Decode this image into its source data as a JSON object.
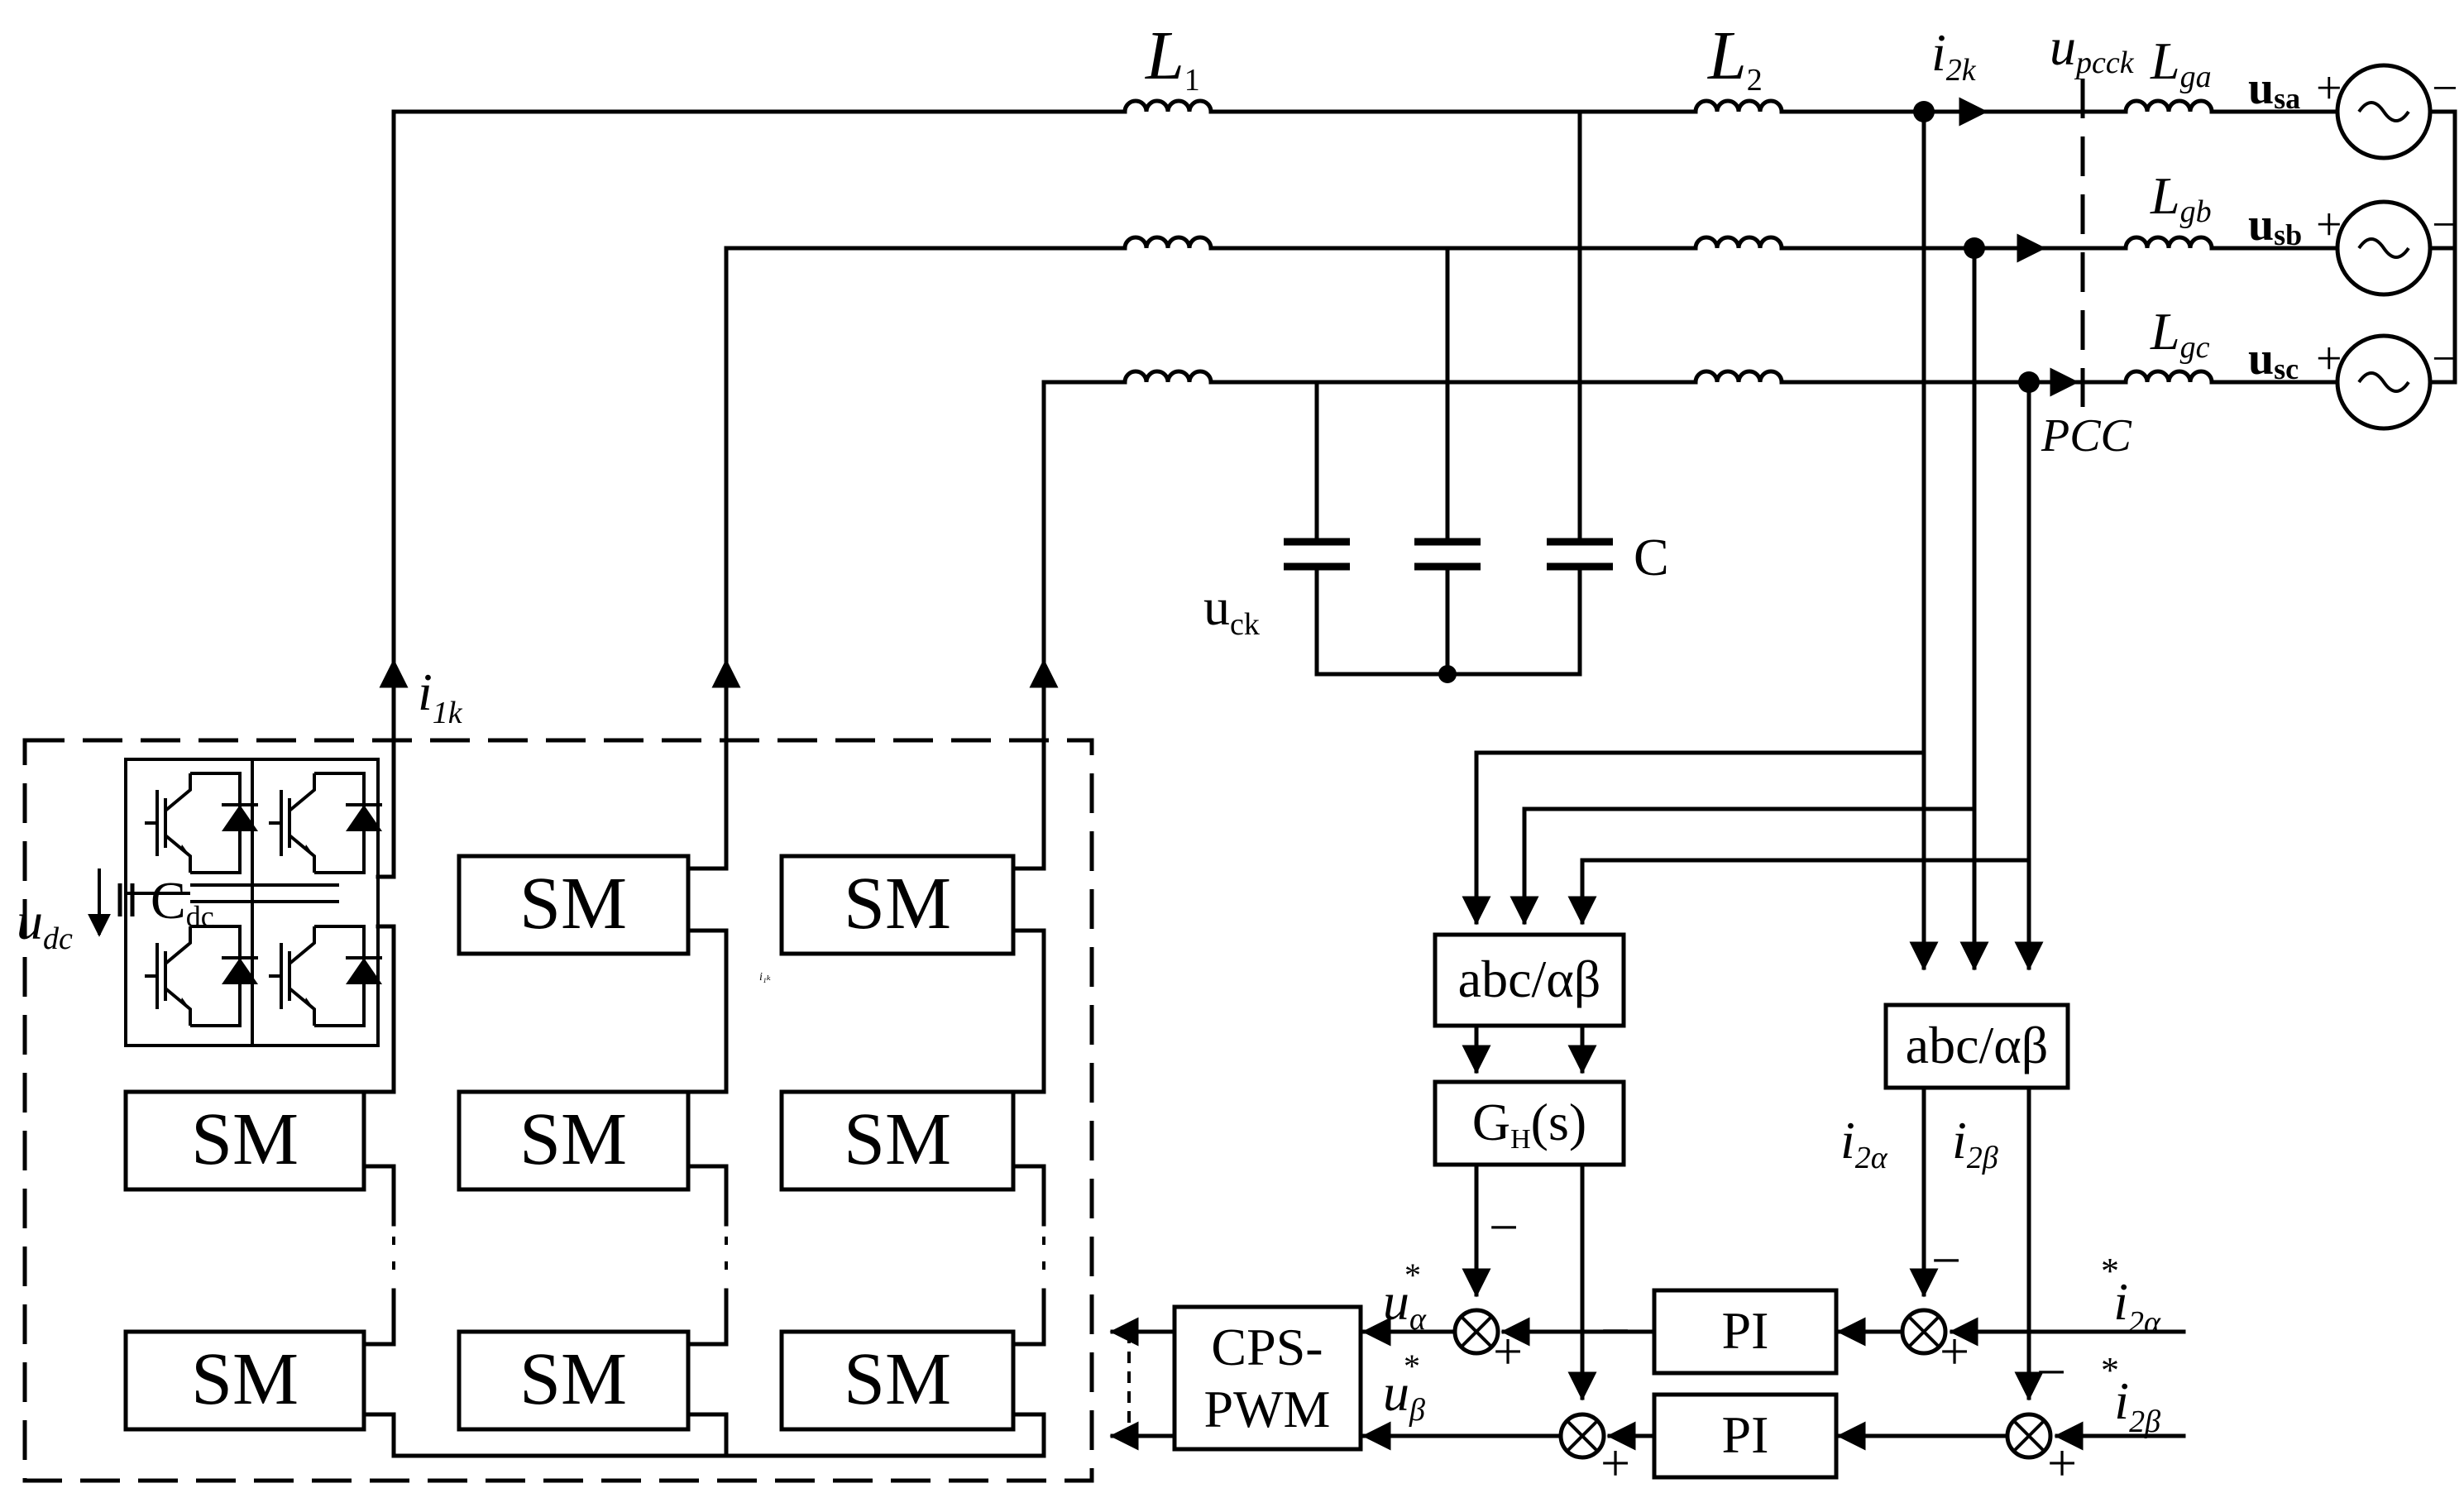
{
  "inductors": {
    "L1": "L",
    "L1_sub": "1",
    "L2": "L",
    "L2_sub": "2"
  },
  "grid_inductors": [
    {
      "main": "L",
      "sub": "ga"
    },
    {
      "main": "L",
      "sub": "gb"
    },
    {
      "main": "L",
      "sub": "gc"
    }
  ],
  "sources": [
    {
      "main": "u",
      "sub": "sa",
      "plus": "+",
      "minus": "−"
    },
    {
      "main": "u",
      "sub": "sb",
      "plus": "+",
      "minus": "−"
    },
    {
      "main": "u",
      "sub": "sc",
      "plus": "+",
      "minus": "−"
    }
  ],
  "currents": {
    "i2k_main": "i",
    "i2k_sub": "2k",
    "i1k_main": "i",
    "i1k_sub": "1k",
    "i1k_tiny": "i₁ₖ",
    "i2a_main": "i",
    "i2a_sub": "2α",
    "i2b_main": "i",
    "i2b_sub": "2β",
    "ref_a_main": "i",
    "ref_a_sub": "2α",
    "ref_a_sup": "*",
    "ref_b_main": "i",
    "ref_b_sub": "2β",
    "ref_b_sup": "*"
  },
  "voltages": {
    "upcc_main": "u",
    "upcc_sub": "pcck",
    "pcc": "PCC",
    "uck_main": "u",
    "uck_sub": "ck",
    "cap": "C",
    "udc_main": "u",
    "udc_sub": "dc",
    "cdc_main": "C",
    "cdc_sub": "dc",
    "ua_main": "u",
    "ua_sub": "α",
    "ua_sup": "*",
    "ub_main": "u",
    "ub_sub": "β",
    "ub_sup": "*"
  },
  "blocks": {
    "sm": "SM",
    "abc_left": "abc/αβ",
    "abc_right": "abc/αβ",
    "gh_main": "G",
    "gh_sub": "H",
    "gh_tail": "(s)",
    "pi": "PI",
    "cps_line1": "CPS-",
    "cps_line2": "PWM"
  },
  "signs": {
    "minus": "−",
    "plus": "+"
  }
}
